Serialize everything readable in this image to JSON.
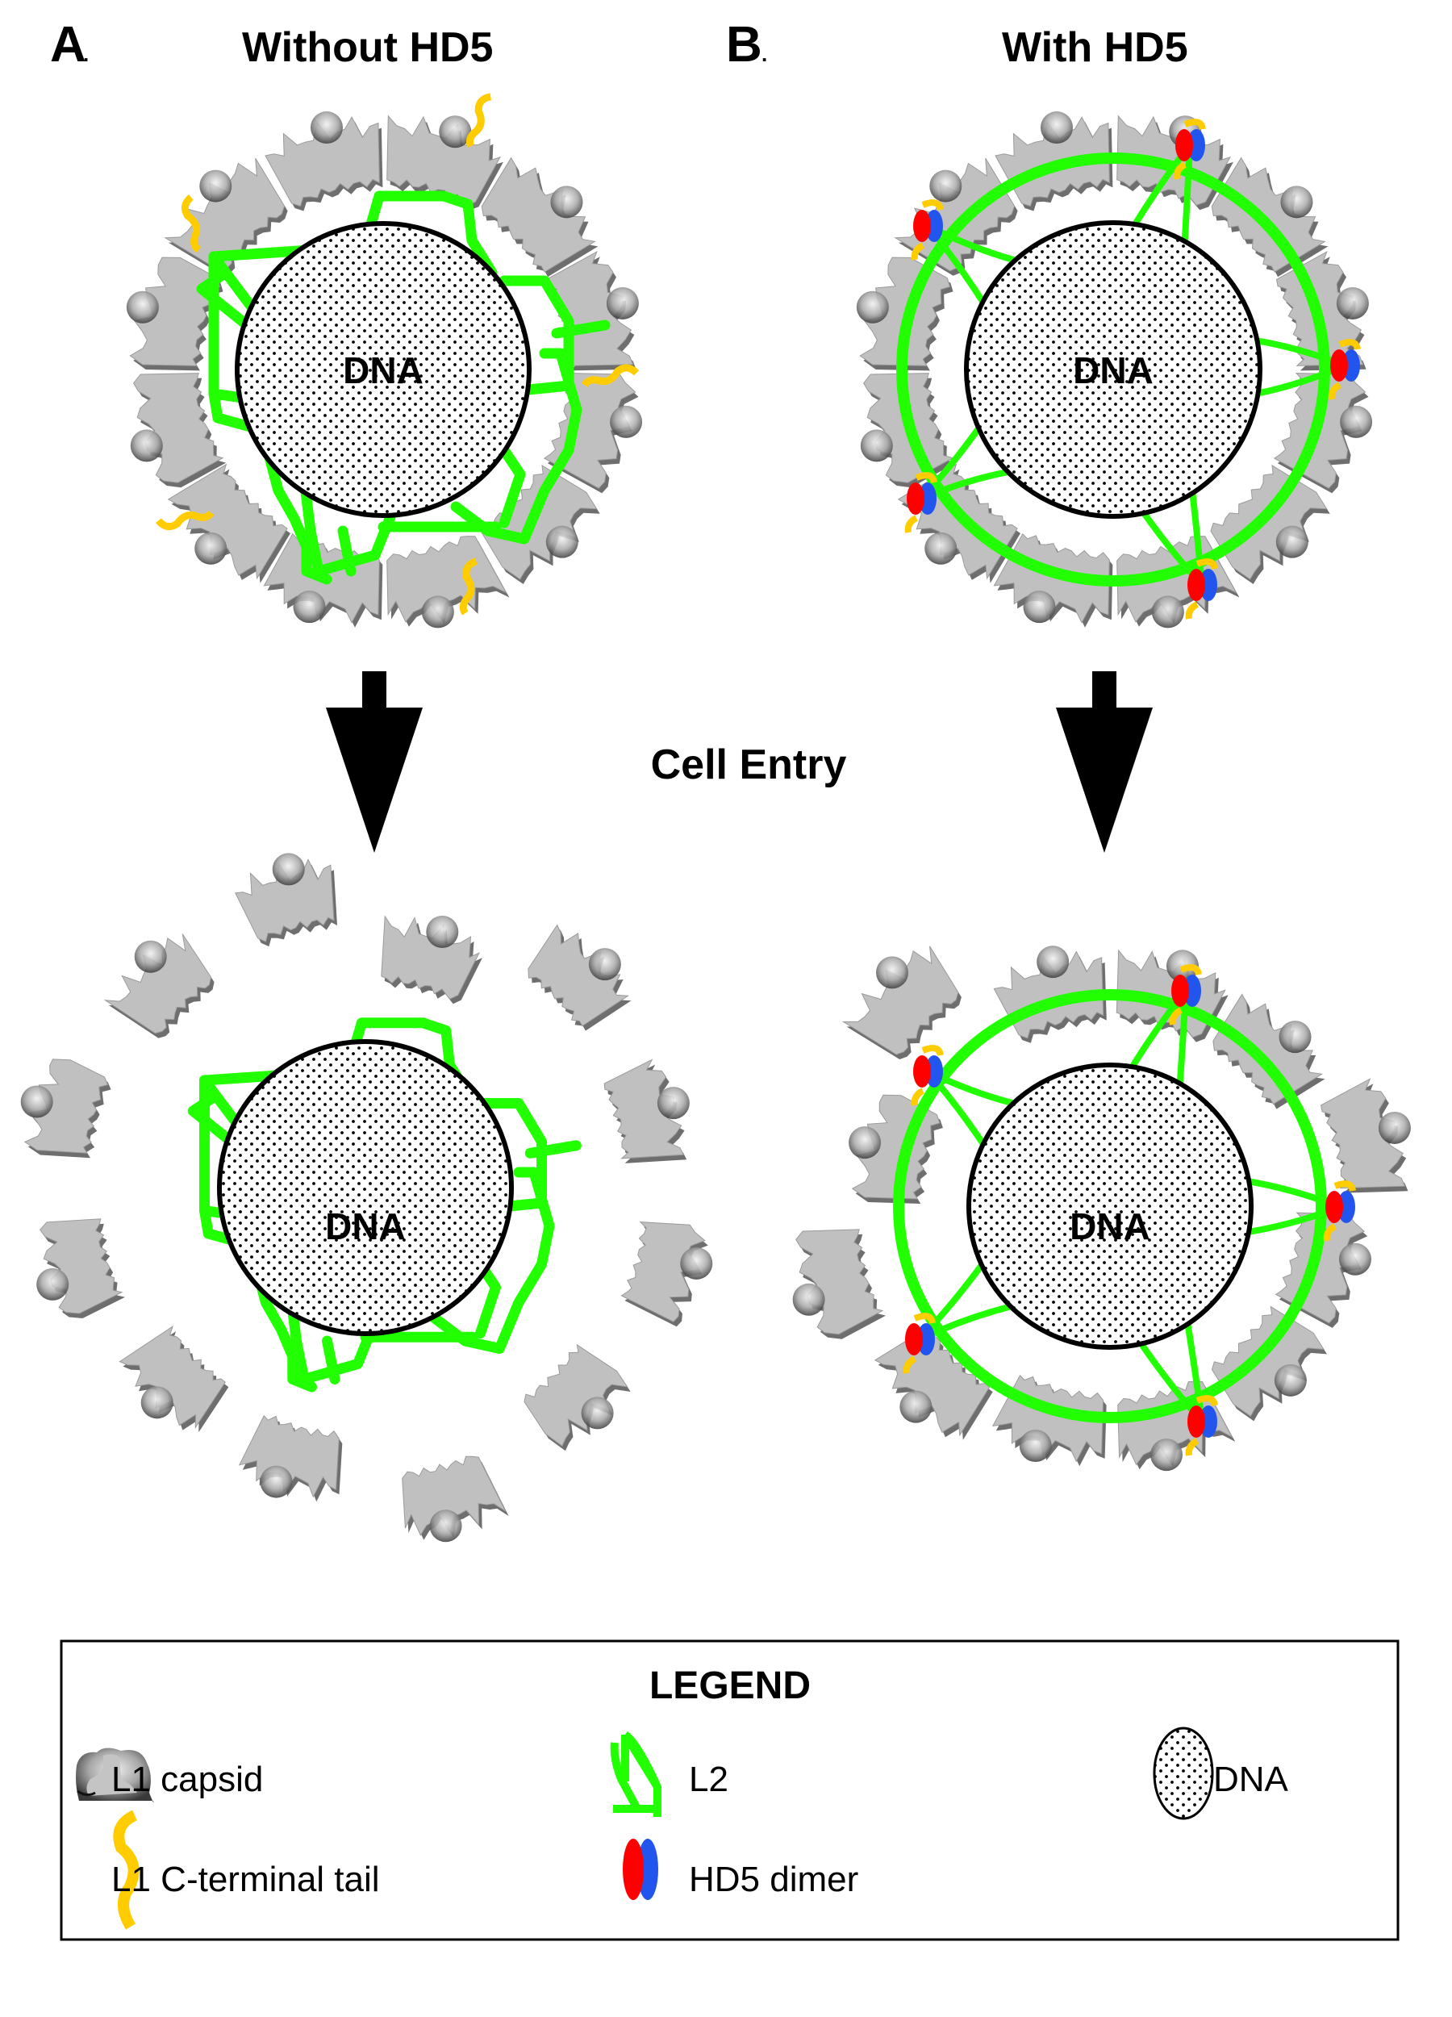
{
  "panels": [
    {
      "letter": "A",
      "title": "Without HD5"
    },
    {
      "letter": "B",
      "title": "With HD5"
    }
  ],
  "transition_label": "Cell Entry",
  "dna_label": "DNA",
  "legend": {
    "title": "LEGEND",
    "items": [
      {
        "icon": "l1-capsid-icon",
        "label": "L1 capsid"
      },
      {
        "icon": "l2-icon",
        "label": "L2"
      },
      {
        "icon": "dna-icon",
        "label": "DNA"
      },
      {
        "icon": "l1-c-terminal-tail-icon",
        "label": "L1 C-terminal tail"
      },
      {
        "icon": "hd5-dimer-icon",
        "label": "HD5 dimer"
      }
    ]
  },
  "colors": {
    "l1_capsid": "#c0c0c0",
    "l1_capsid_shade": "#6e6e6e",
    "l2": "#22ff00",
    "l1_tail": "#ffcc00",
    "hd5_red": "#ff0000",
    "hd5_blue": "#2255ee",
    "dna_dots": "#000000"
  }
}
